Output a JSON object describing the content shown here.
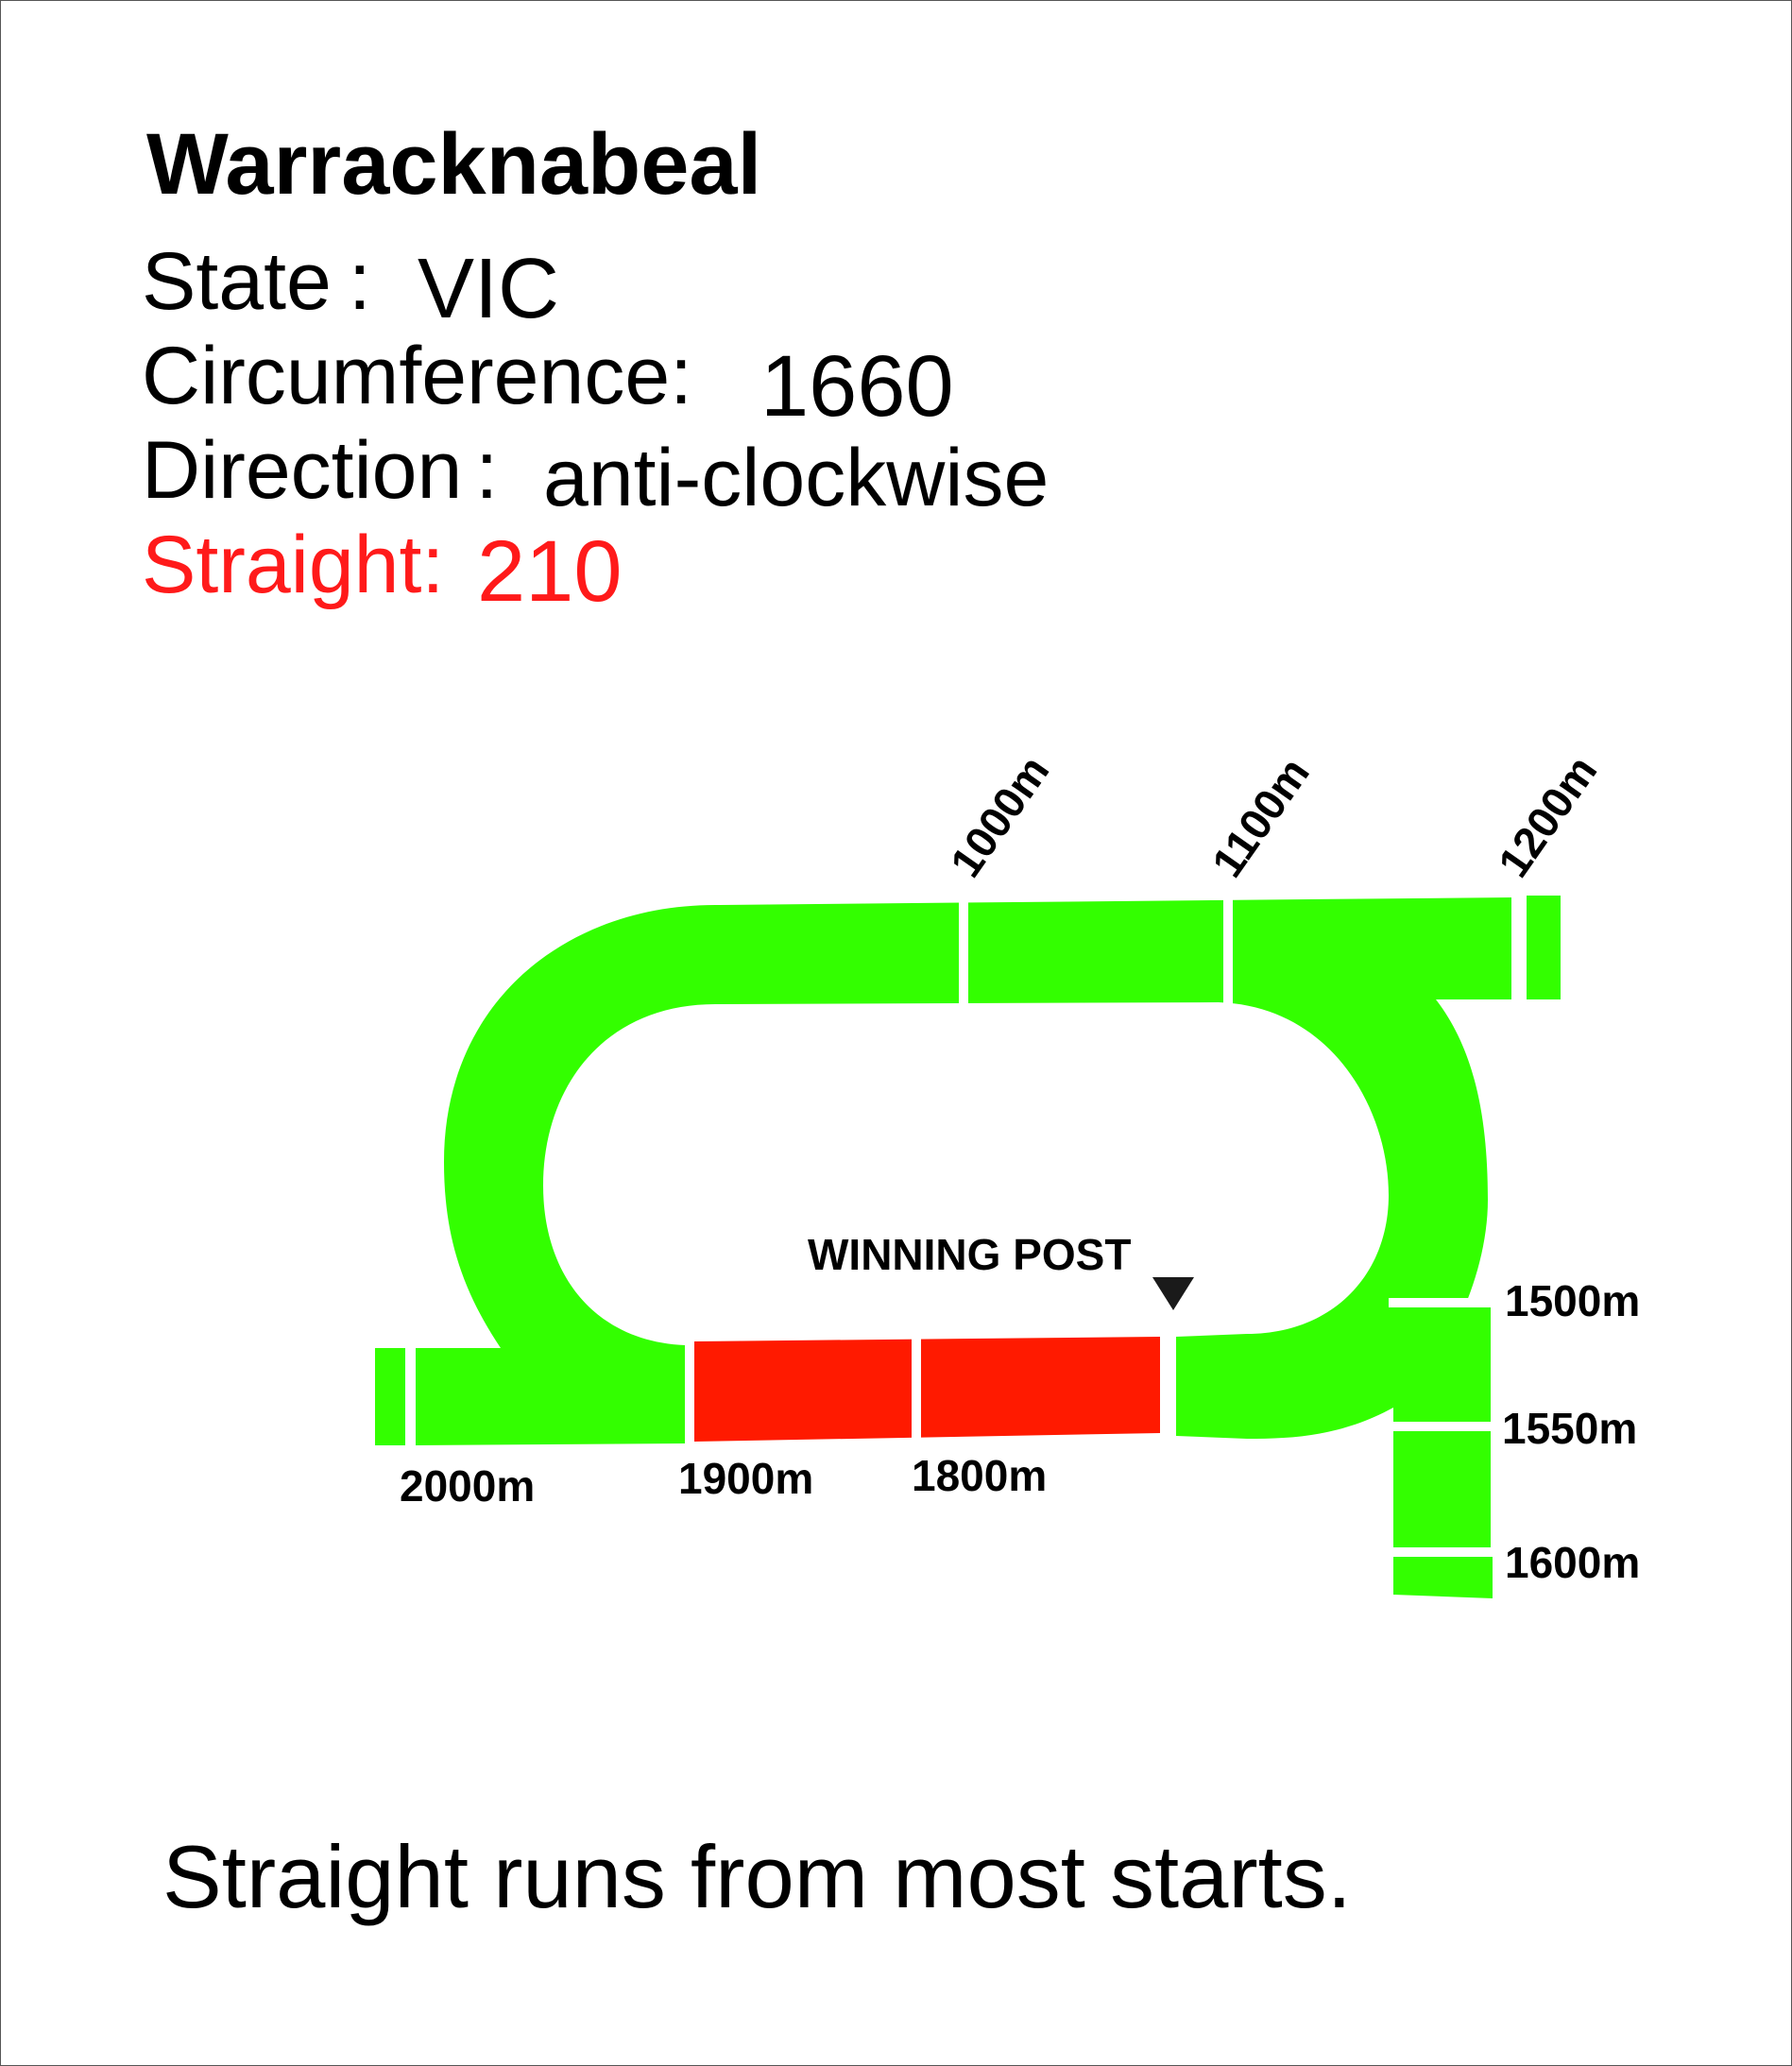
{
  "title": "Warracknabeal",
  "state": {
    "label": "State",
    "separator": ":",
    "value": "VIC"
  },
  "circumference": {
    "label": "Circumference:",
    "value": "1660"
  },
  "direction": {
    "label": "Direction",
    "separator": ":",
    "value": "anti-clockwise"
  },
  "straight": {
    "label": "Straight:",
    "value": "210"
  },
  "track": {
    "winning_post_label": "WINNING POST",
    "distance_markers": [
      "1000m",
      "1100m",
      "1200m",
      "1500m",
      "1550m",
      "1600m",
      "1800m",
      "1900m",
      "2000m"
    ],
    "colors": {
      "track": "#33ff00",
      "straight_section": "#ff1a00",
      "marker": "#1a1a1a"
    }
  },
  "footnote": "Straight runs from most starts."
}
